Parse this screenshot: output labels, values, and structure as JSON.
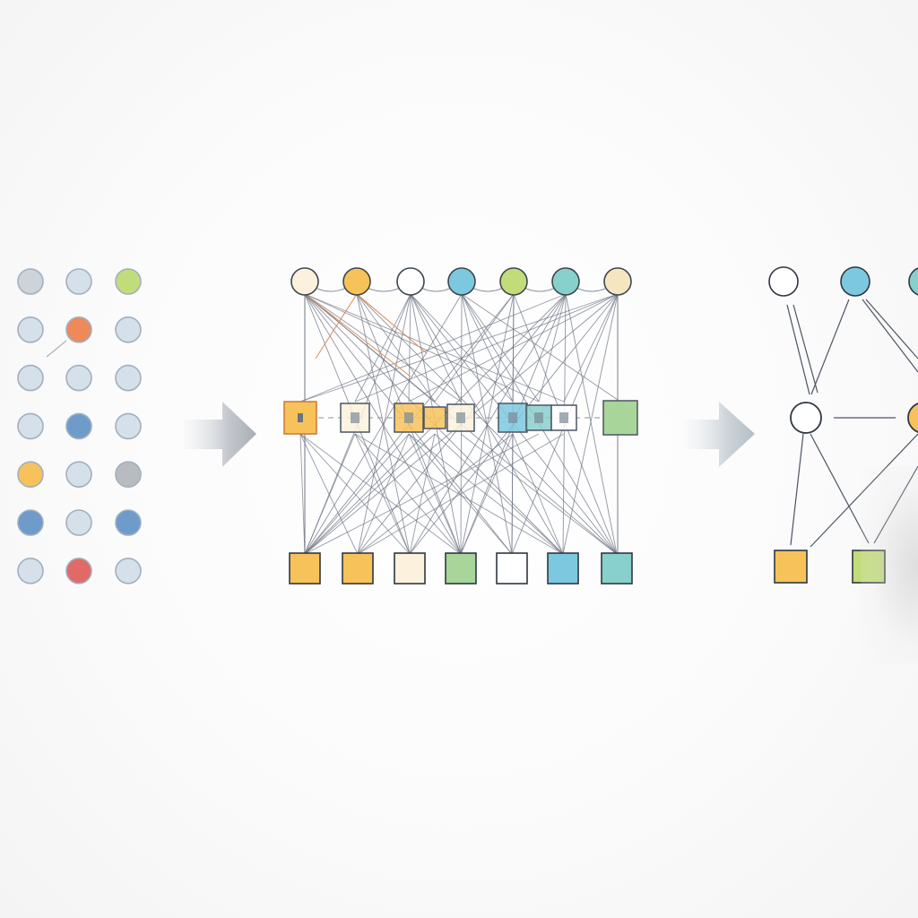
{
  "colors": {
    "background": "#f8f8f8",
    "edge": "#6b7280",
    "node_stroke": "#5b6b7c",
    "pale_blue": "#d6e0ea",
    "light_grey": "#cdd3d9",
    "lime": "#c2dc7a",
    "orange_red": "#ee8a5a",
    "steel_blue": "#6f9bcb",
    "amber": "#f7c25a",
    "mid_grey": "#b8bcc0",
    "coral_red": "#e26a66",
    "cream": "#fbf1dc",
    "sky": "#7cc8df",
    "teal": "#88d0cc",
    "sand": "#f5e6c0",
    "green": "#a8d59a",
    "white": "#ffffff"
  },
  "stage_input": {
    "description_icon": "scatter-of-nodes",
    "grid": [
      [
        "light_grey",
        "pale_blue",
        "lime"
      ],
      [
        "pale_blue",
        "orange_red",
        "pale_blue"
      ],
      [
        "pale_blue",
        "pale_blue",
        "pale_blue"
      ],
      [
        "pale_blue",
        "steel_blue",
        "pale_blue"
      ],
      [
        "amber",
        "pale_blue",
        "mid_grey"
      ],
      [
        "steel_blue",
        "pale_blue",
        "steel_blue"
      ],
      [
        "pale_blue",
        "coral_red",
        "pale_blue"
      ]
    ]
  },
  "stage_dense": {
    "top_nodes": [
      "cream",
      "amber",
      "white",
      "sky",
      "lime",
      "teal",
      "sand"
    ],
    "middle_nodes": [
      "amber",
      "cream",
      "amber",
      "amber",
      "cream",
      "sky",
      "teal",
      "white",
      "green"
    ],
    "bottom_nodes": [
      "amber",
      "amber",
      "cream",
      "green",
      "white",
      "sky",
      "teal"
    ]
  },
  "stage_sparse": {
    "top_nodes": [
      "white",
      "sky",
      "teal"
    ],
    "middle_nodes": [
      "white",
      "amber"
    ],
    "bottom_nodes": [
      "amber",
      "lime"
    ]
  },
  "arrows": {
    "icon": "right-arrow-icon",
    "count": 2
  }
}
